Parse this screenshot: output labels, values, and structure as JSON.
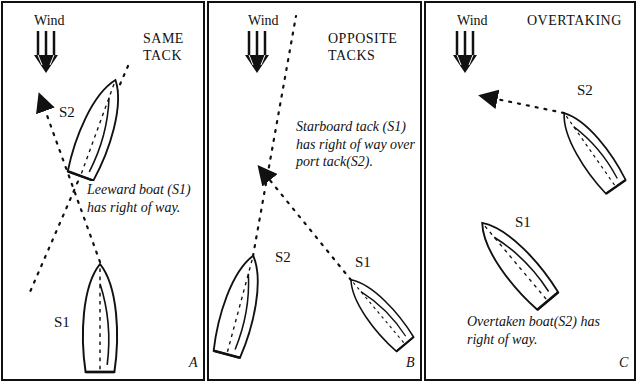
{
  "diagram": {
    "nodes": [
      {
        "text": [
          "Wind",
          "SAME TACK",
          "S2",
          "Leeward boat (S1) has right of way.",
          "S1",
          "A"
        ]
      },
      {
        "text": [
          "Wind",
          "OPPOSITE TACKS",
          "Starboard tack (S1) has right of way over port tack(S2).",
          "S2",
          "S1",
          "B"
        ]
      },
      {
        "text": [
          "Wind",
          "OVERTAKING",
          "S2",
          "S1",
          "Overtaken boat(S2) has right of way.",
          "C"
        ]
      }
    ]
  }
}
